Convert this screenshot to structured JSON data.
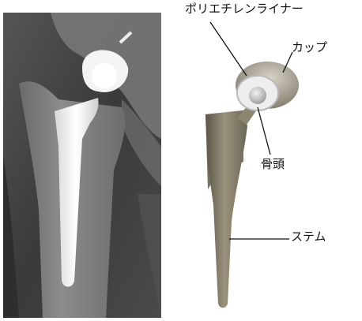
{
  "figure": {
    "labels": {
      "liner": "ポリエチレンライナー",
      "cup": "カップ",
      "head": "骨頭",
      "stem": "ステム"
    },
    "colors": {
      "xray_background": "#3a3a3a",
      "implant_metal": "#8a8270",
      "leader_line": "#111111"
    },
    "panels": [
      {
        "name": "radiograph",
        "content": "x-ray of hip prosthesis"
      },
      {
        "name": "implant-render",
        "content": "3D render of total hip implant"
      }
    ]
  }
}
